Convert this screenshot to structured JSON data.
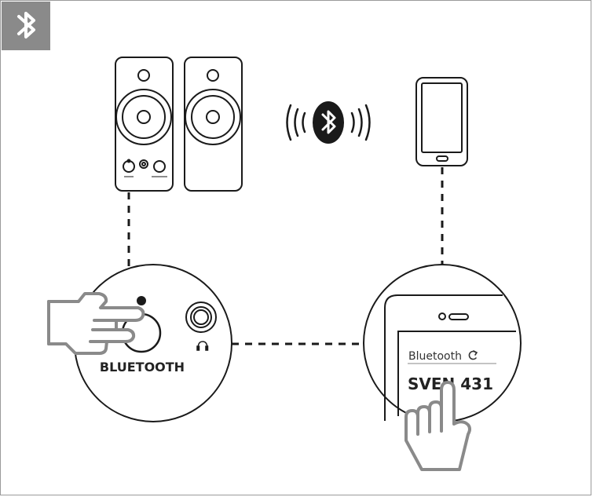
{
  "colors": {
    "line": "#1a1a1a",
    "badge": "#8a8a8a",
    "hand_stroke": "#8a8a8a",
    "frame": "#9a9a9a"
  },
  "icons": [
    "bluetooth-badge-icon",
    "bluetooth-signal-icon",
    "headphone-icon",
    "hand-press-icon",
    "hand-tap-icon",
    "refresh-icon"
  ],
  "control_zoom": {
    "button_label": "BLUETOOTH"
  },
  "phone_zoom": {
    "list_title": "Bluetooth",
    "device_name": "SVEN 431"
  }
}
